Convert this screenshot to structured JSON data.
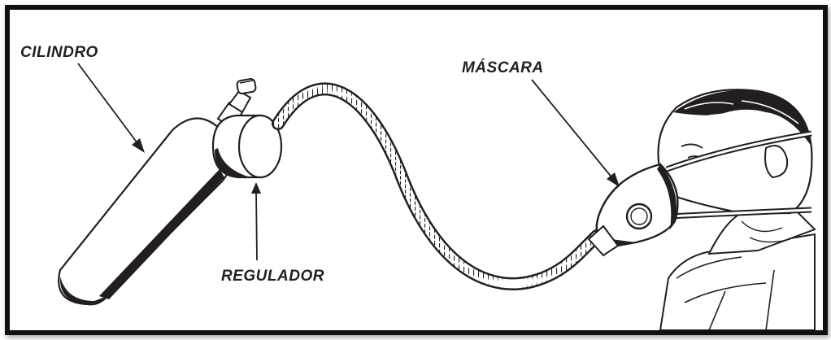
{
  "labels": {
    "cylinder": "CILINDRO",
    "regulator": "REGULADOR",
    "mask": "MÁSCARA"
  },
  "colors": {
    "ink": "#231f20",
    "frame": "#111111",
    "background": "#ffffff"
  }
}
